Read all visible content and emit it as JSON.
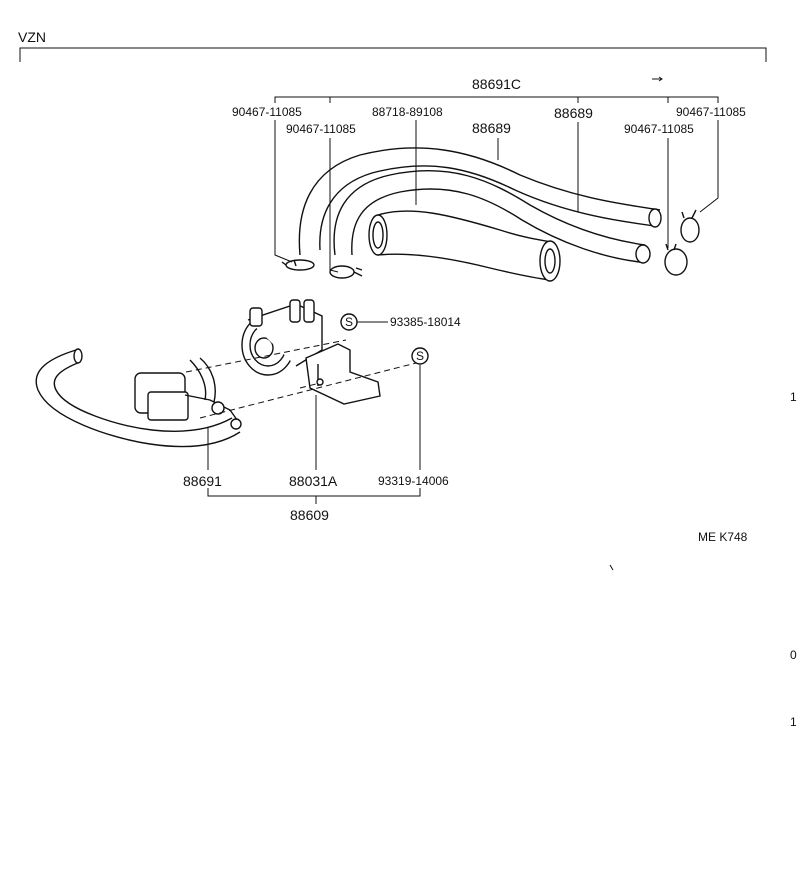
{
  "variant_label": "VZN",
  "drawing_code": "ME  K748",
  "part_numbers": {
    "hose_kit": "88691C",
    "clamp_left_outer": "90467-11085",
    "clamp_left_inner": "90467-11085",
    "hose_short": "88718-89108",
    "hose_middle": "88689",
    "hose_right": "88689",
    "clamp_right_outer": "90467-11085",
    "clamp_right_inner": "90467-11085",
    "screw_top": "93385-18014",
    "screw_bottom": "93319-14006",
    "vacuum_hose": "88691",
    "vsv_assembly": "88031A",
    "valve_set": "88609"
  },
  "marks": {
    "screw_symbol": "S"
  },
  "edge_marks": {
    "mark_1": "1",
    "mark_2": "0",
    "mark_3": "1"
  }
}
